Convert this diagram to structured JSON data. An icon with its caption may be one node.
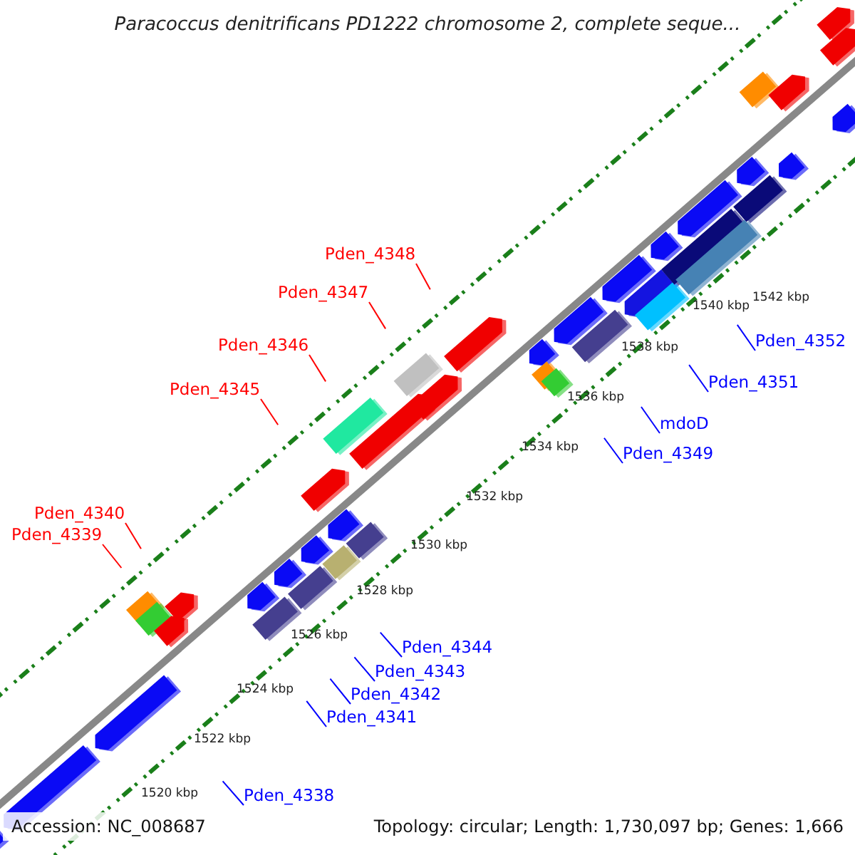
{
  "diagram": {
    "title": "Paracoccus denitrificans PD1222 chromosome 2, complete seque...",
    "nodes": [
      {
        "text": [
          "Pden_4348"
        ]
      },
      {
        "text": [
          "Pden_4347"
        ]
      },
      {
        "text": [
          "Pden_4346"
        ]
      },
      {
        "text": [
          "Pden_4352"
        ]
      },
      {
        "text": [
          "Pden_4345"
        ]
      },
      {
        "text": [
          "Pden_4351"
        ]
      },
      {
        "text": [
          "mdoD"
        ]
      },
      {
        "text": [
          "Pden_4349"
        ]
      },
      {
        "text": [
          "Pden_4340"
        ]
      },
      {
        "text": [
          "Pden_4339"
        ]
      },
      {
        "text": [
          "Pden_4344"
        ]
      },
      {
        "text": [
          "Pden_4343"
        ]
      },
      {
        "text": [
          "Pden_4342"
        ]
      },
      {
        "text": [
          "Pden_4341"
        ]
      },
      {
        "text": [
          "Pden_4338"
        ]
      }
    ],
    "edges": [
      {
        "from": 0,
        "to": null,
        "arrow": "none",
        "color": "#ff0000"
      },
      {
        "from": 1,
        "to": null,
        "arrow": "none",
        "color": "#ff0000"
      },
      {
        "from": 2,
        "to": null,
        "arrow": "none",
        "color": "#ff0000"
      },
      {
        "from": 3,
        "to": null,
        "arrow": "none"
      },
      {
        "from": 4,
        "to": null,
        "arrow": "none",
        "color": "#ff0000"
      },
      {
        "from": 5,
        "to": null,
        "arrow": "none"
      },
      {
        "from": 6,
        "to": null,
        "arrow": "none"
      },
      {
        "from": 7,
        "to": null,
        "arrow": "none"
      },
      {
        "from": 8,
        "to": null,
        "arrow": "none",
        "color": "#ff0000"
      },
      {
        "from": 9,
        "to": null,
        "arrow": "none",
        "color": "#ff0000"
      },
      {
        "from": 10,
        "to": null,
        "arrow": "none"
      },
      {
        "from": 11,
        "to": null,
        "arrow": "none"
      },
      {
        "from": 12,
        "to": null,
        "arrow": "none"
      },
      {
        "from": 13,
        "to": null,
        "arrow": "none"
      },
      {
        "from": 14,
        "to": null,
        "arrow": "none"
      }
    ],
    "labels": [
      "1542 kbp",
      "1540 kbp",
      "1538 kbp",
      "1536 kbp",
      "1534 kbp",
      "1532 kbp",
      "1530 kbp",
      "1528 kbp",
      "1526 kbp",
      "1524 kbp",
      "1522 kbp",
      "1520 kbp",
      "Accession: NC_008687",
      "Topology: circular; Length: 1,730,097 bp; Genes: 1,666"
    ]
  }
}
